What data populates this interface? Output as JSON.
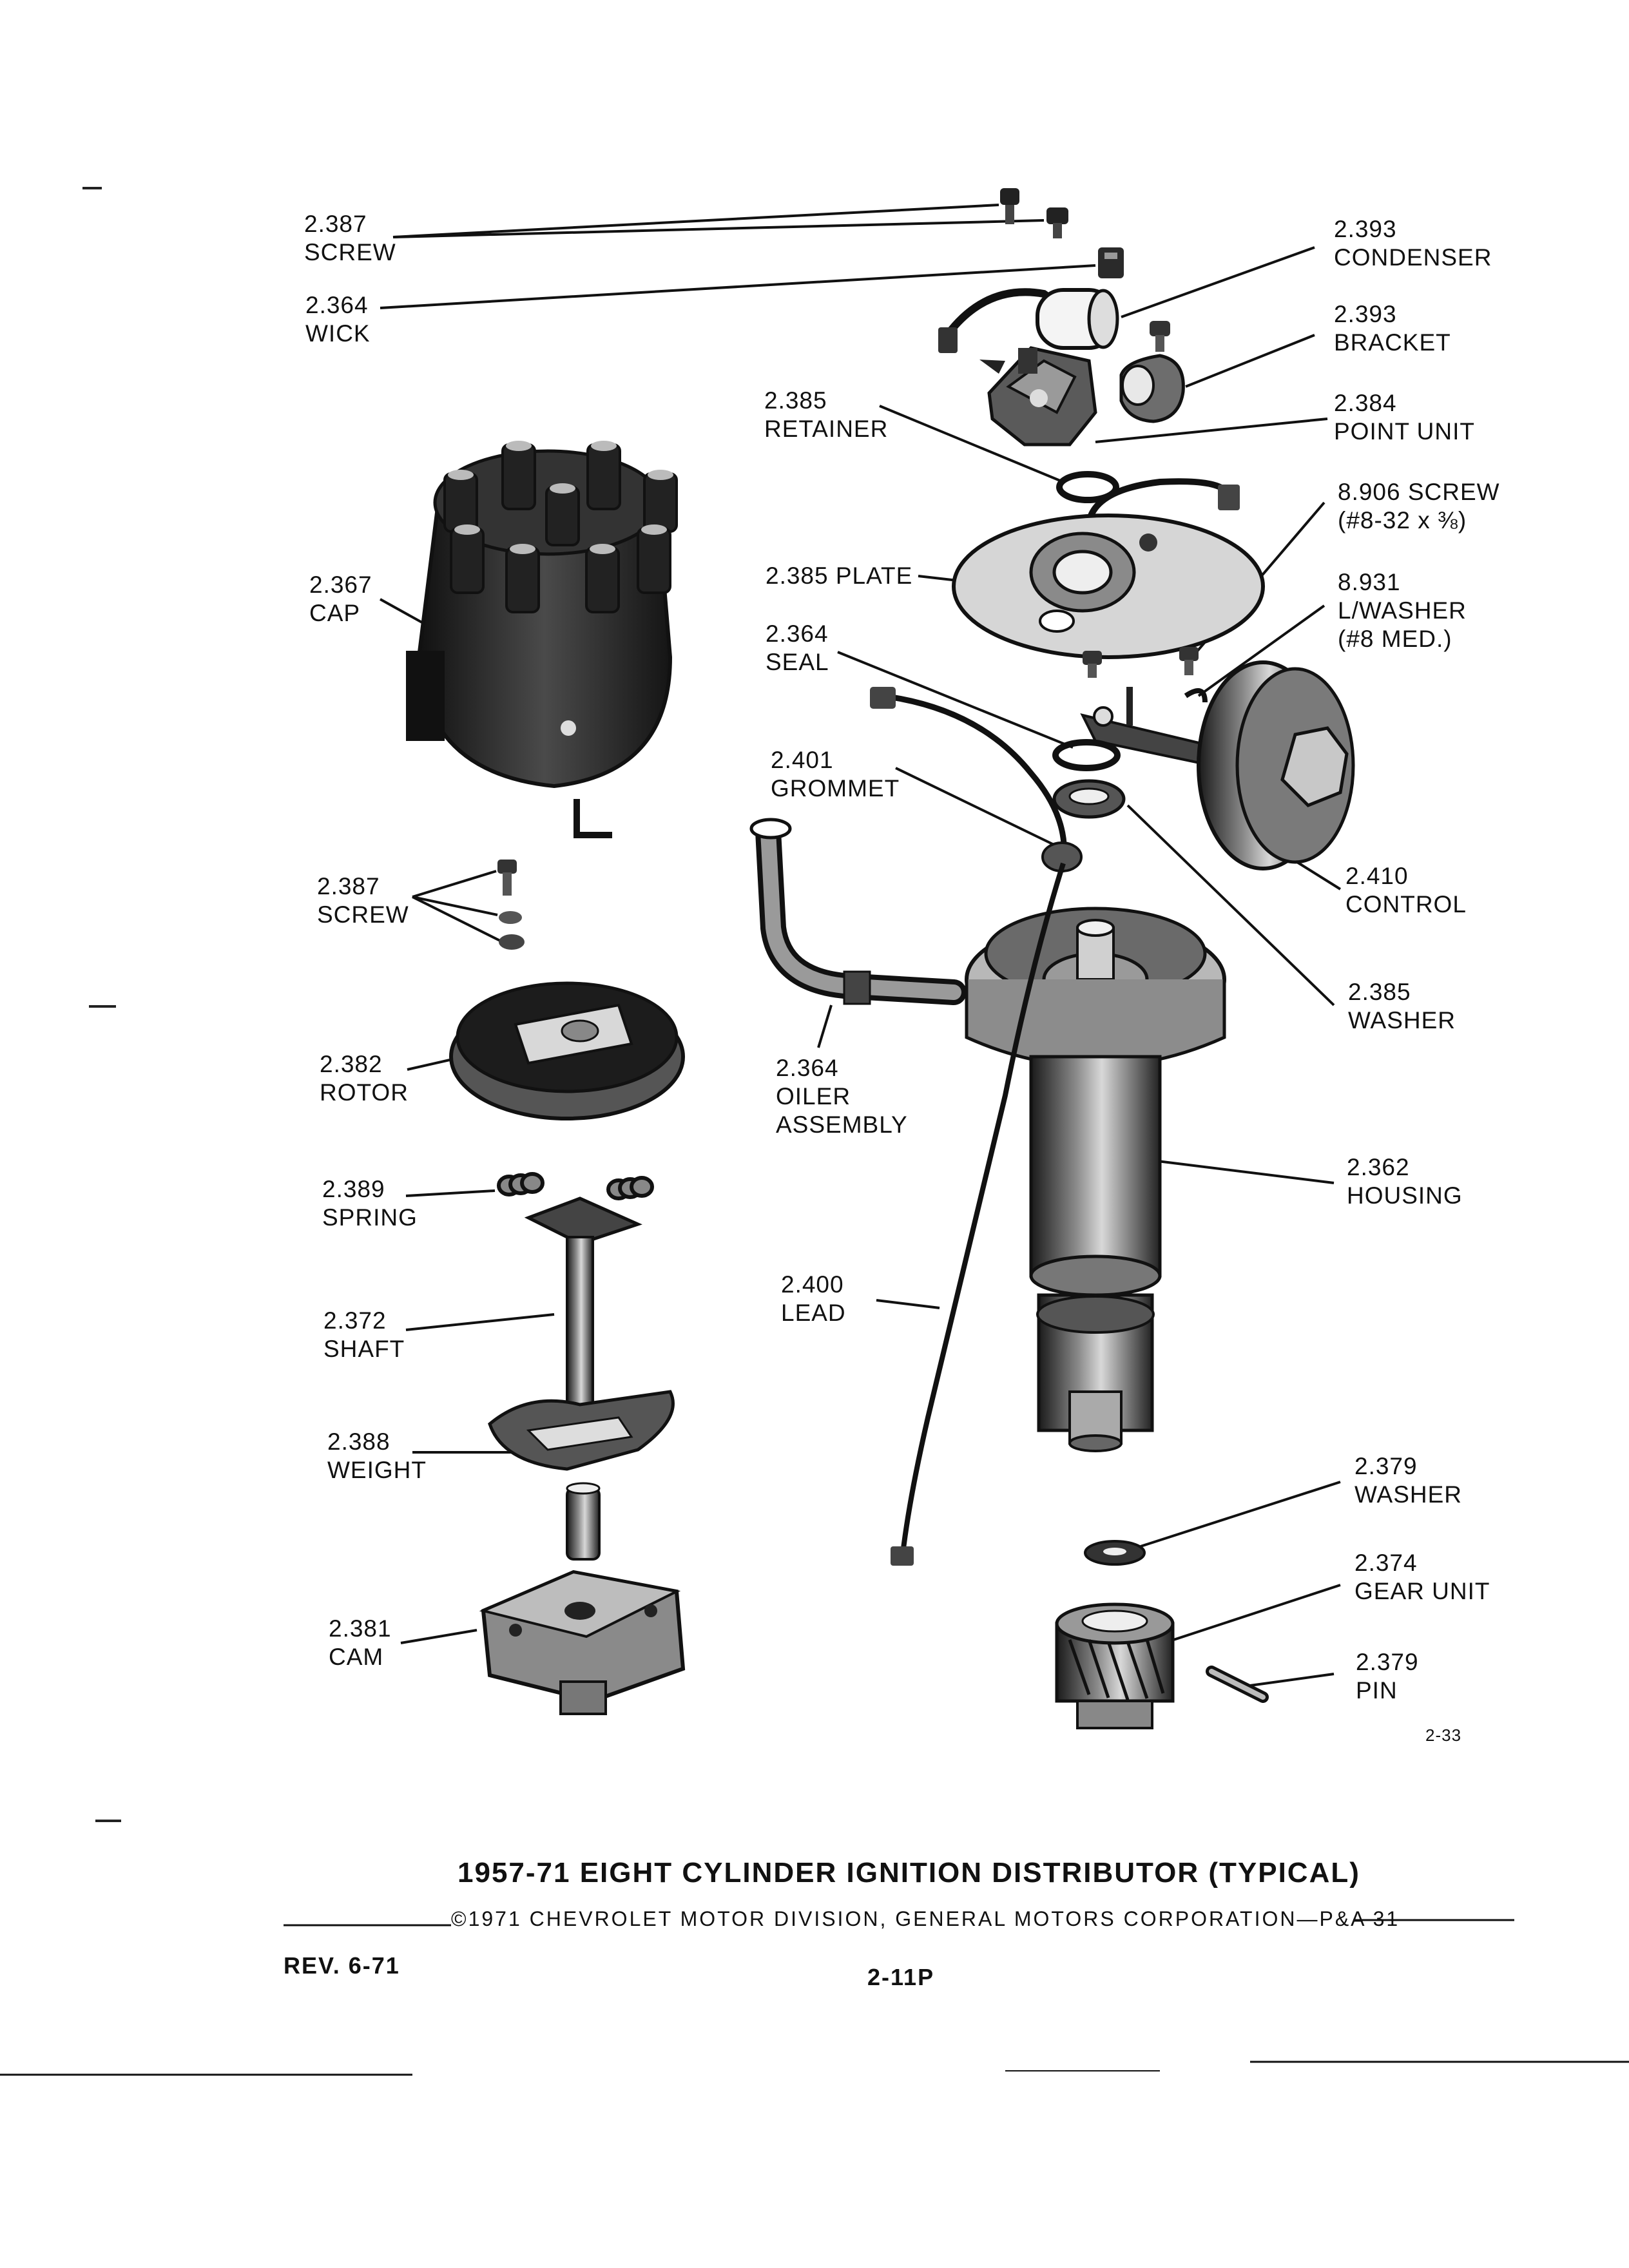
{
  "labels": {
    "screw_top": [
      "2.387",
      "SCREW"
    ],
    "wick": [
      "2.364",
      "WICK"
    ],
    "condenser": [
      "2.393",
      "CONDENSER"
    ],
    "bracket": [
      "2.393",
      "BRACKET"
    ],
    "retainer": [
      "2.385",
      "RETAINER"
    ],
    "point_unit": [
      "2.384",
      "POINT UNIT"
    ],
    "screw_8906": [
      "8.906 SCREW",
      "(#8-32 x ⅜)"
    ],
    "cap": [
      "2.367",
      "CAP"
    ],
    "plate": [
      "2.385 PLATE"
    ],
    "lwasher": [
      "8.931",
      "L/WASHER",
      "(#8 MED.)"
    ],
    "seal": [
      "2.364",
      "SEAL"
    ],
    "grommet": [
      "2.401",
      "GROMMET"
    ],
    "screw_mid": [
      "2.387",
      "SCREW"
    ],
    "control": [
      "2.410",
      "CONTROL"
    ],
    "washer_mid": [
      "2.385",
      "WASHER"
    ],
    "rotor": [
      "2.382",
      "ROTOR"
    ],
    "oiler": [
      "2.364",
      "OILER",
      "ASSEMBLY"
    ],
    "spring": [
      "2.389",
      "SPRING"
    ],
    "housing": [
      "2.362",
      "HOUSING"
    ],
    "shaft": [
      "2.372",
      "SHAFT"
    ],
    "lead": [
      "2.400",
      "LEAD"
    ],
    "weight": [
      "2.388",
      "WEIGHT"
    ],
    "washer_low": [
      "2.379",
      "WASHER"
    ],
    "gear_unit": [
      "2.374",
      "GEAR UNIT"
    ],
    "cam": [
      "2.381",
      "CAM"
    ],
    "pin": [
      "2.379",
      "PIN"
    ]
  },
  "figure_number": "2-33",
  "title": "1957-71 EIGHT CYLINDER IGNITION DISTRIBUTOR (TYPICAL)",
  "copyright": "©1971 CHEVROLET MOTOR DIVISION, GENERAL MOTORS CORPORATION—P&A 31",
  "revision": "REV. 6-71",
  "page_number": "2-11P",
  "colors": {
    "ink": "#111111",
    "part_dark": "#2a2a2a",
    "part_mid": "#6b6b6b",
    "part_light": "#c8c8c8"
  }
}
